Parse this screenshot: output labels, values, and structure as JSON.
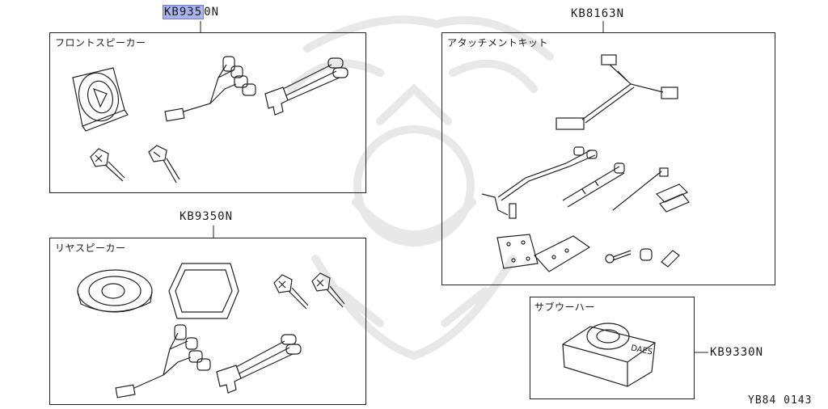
{
  "diagram_id": "YB84 0143",
  "groups": {
    "front_speaker": {
      "part_number_highlight": "KB935",
      "part_number_rest": "0N",
      "label": "フロントスピーカー"
    },
    "rear_speaker": {
      "part_number": "KB9350N",
      "label": "リヤスピーカー"
    },
    "attachment_kit": {
      "part_number": "KB8163N",
      "label": "アタッチメントキット"
    },
    "subwoofer": {
      "part_number": "KB9330N",
      "label": "サブウーハー",
      "unit_text": "DAES"
    }
  },
  "colors": {
    "highlight": "#a9b4ee",
    "line": "#222222",
    "watermark": "#e6e6e6"
  }
}
